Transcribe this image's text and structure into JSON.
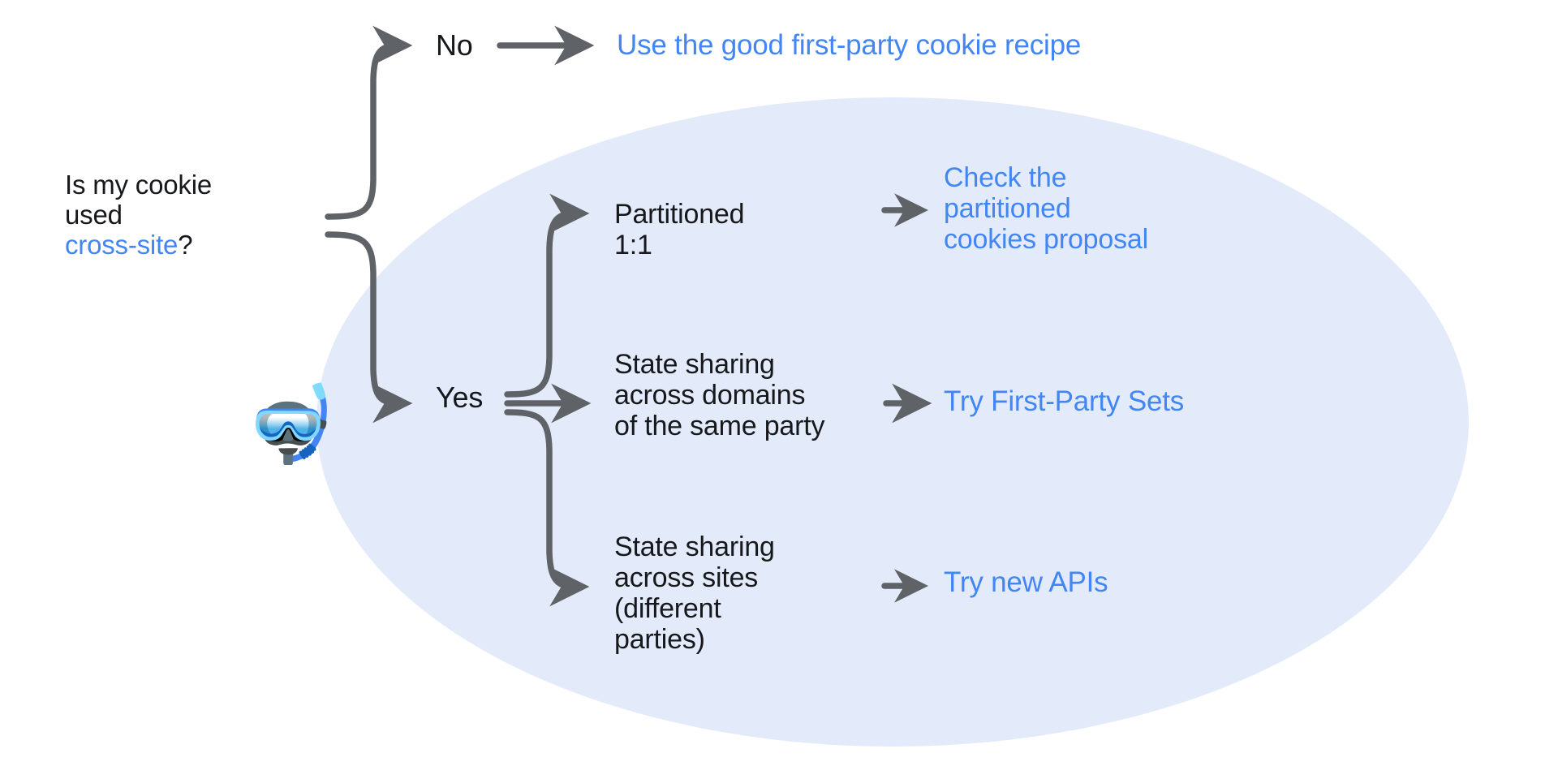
{
  "diagram": {
    "title_question": {
      "line1": "Is my cookie",
      "line2": "used",
      "highlight": "cross-site",
      "suffix": "?"
    },
    "colors": {
      "link_blue": "#4285f4",
      "ellipse_fill": "#e3ebfa",
      "text_black": "#16181c",
      "arrow_gray": "#5f6368"
    },
    "emoji": {
      "diving_mask": "🤿"
    },
    "branches": [
      {
        "label": "No",
        "target": "Use the good first-party cookie recipe"
      },
      {
        "label": "Yes",
        "target": ""
      }
    ],
    "yes_branches": [
      {
        "condition": "Partitioned\n1:1",
        "target": "Check the\npartitioned\ncookies proposal"
      },
      {
        "condition": "State sharing\nacross domains\nof the same party",
        "target": "Try First-Party Sets"
      },
      {
        "condition": "State sharing\nacross sites\n(different\nparties)",
        "target": "Try new APIs"
      }
    ]
  }
}
